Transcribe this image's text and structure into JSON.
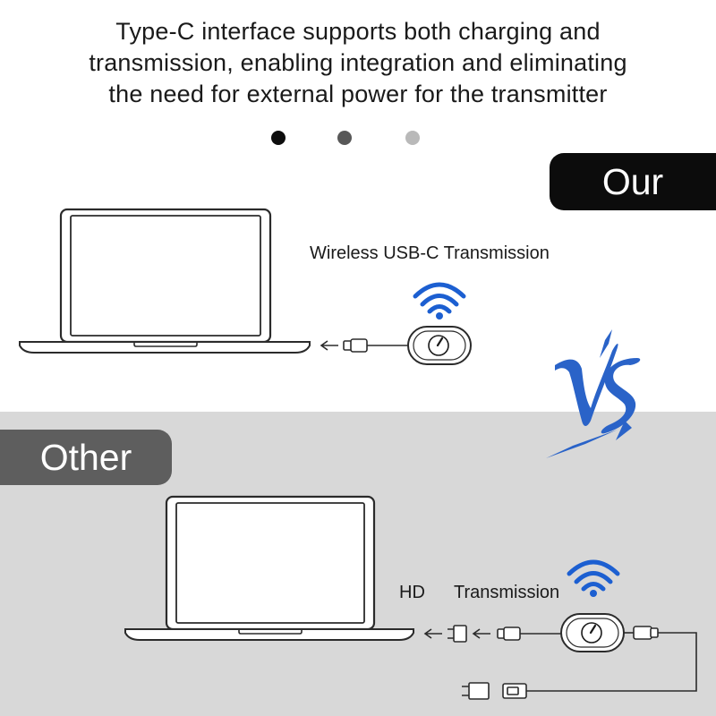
{
  "headline": {
    "line1": "Type-C interface supports both charging and",
    "line2": "transmission, enabling integration and eliminating",
    "line3": "the need for external power for the transmitter"
  },
  "our": {
    "badge": "Our",
    "label": "Wireless USB-C Transmission"
  },
  "vs": {
    "text": "VS",
    "color": "#2a63c8"
  },
  "other": {
    "badge": "Other",
    "label_hd": "HD",
    "label_transmission": "Transmission"
  },
  "colors": {
    "wifi": "#1c5fd1",
    "our_badge": "#0c0c0c",
    "other_badge": "#5e5e5e",
    "other_background": "#d8d8d8"
  },
  "icons": [
    "laptop-icon",
    "wifi-icon",
    "transmitter-icon",
    "usb-c-plug-icon",
    "hdmi-adapter-icon",
    "power-adapter-icon",
    "arrow-left-icon"
  ]
}
